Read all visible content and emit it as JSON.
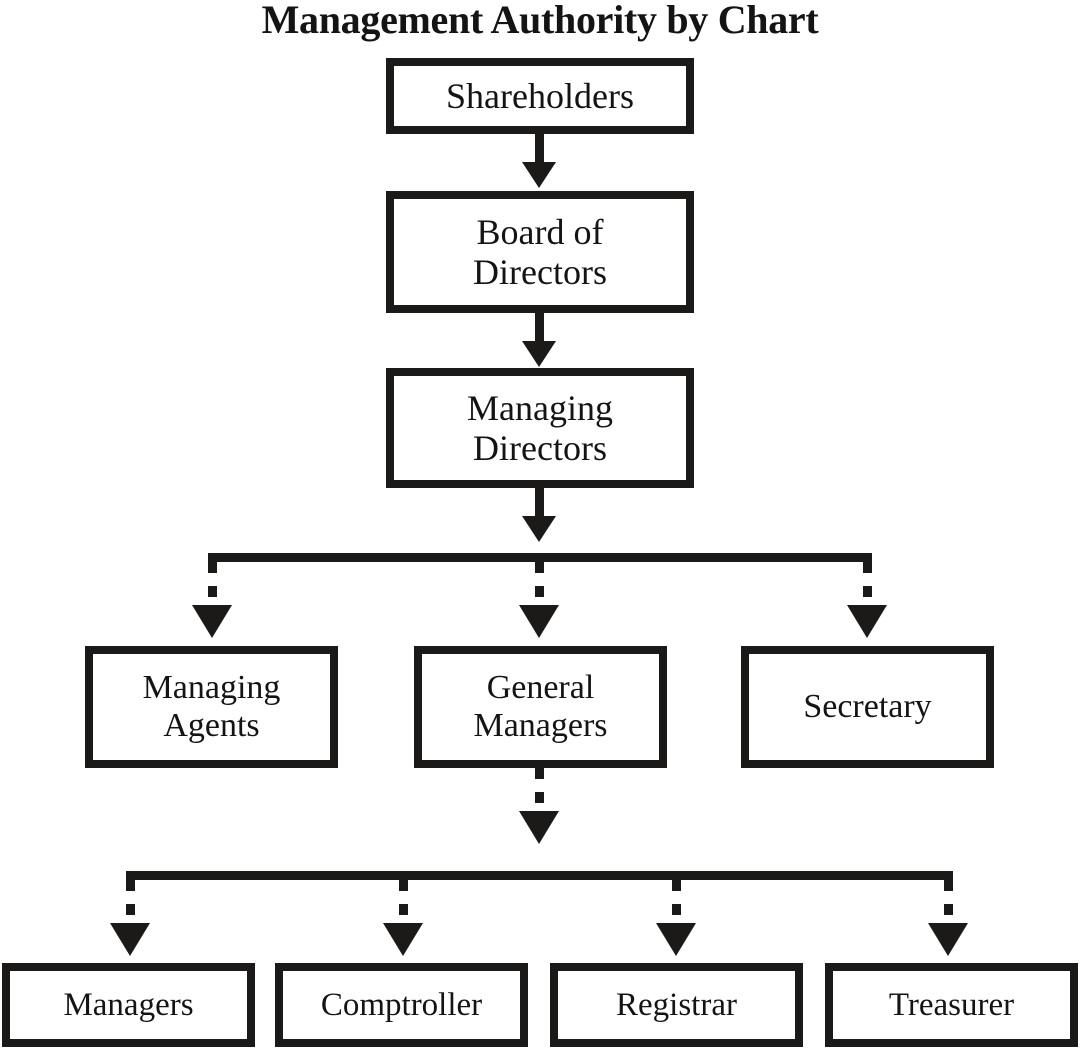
{
  "chart_data": {
    "type": "diagram",
    "diagram_kind": "organizational-chart",
    "title": "Management Authority by Chart",
    "levels": [
      {
        "level": 1,
        "nodes": [
          "Shareholders"
        ]
      },
      {
        "level": 2,
        "nodes": [
          "Board of\nDirectors"
        ]
      },
      {
        "level": 3,
        "nodes": [
          "Managing\nDirectors"
        ]
      },
      {
        "level": 4,
        "nodes": [
          "Managing\nAgents",
          "General\nManagers",
          "Secretary"
        ]
      },
      {
        "level": 5,
        "nodes": [
          "Managers",
          "Comptroller",
          "Registrar",
          "Treasurer"
        ]
      }
    ],
    "edges": [
      {
        "from": "Shareholders",
        "to": "Board of Directors",
        "style": "solid-arrow"
      },
      {
        "from": "Board of Directors",
        "to": "Managing Directors",
        "style": "solid-arrow"
      },
      {
        "from": "Managing Directors",
        "to": "distribution-bar-1",
        "style": "solid-arrow"
      },
      {
        "from": "distribution-bar-1",
        "to": "Managing Agents",
        "style": "dotted-arrow"
      },
      {
        "from": "distribution-bar-1",
        "to": "General Managers",
        "style": "dotted-arrow"
      },
      {
        "from": "distribution-bar-1",
        "to": "Secretary",
        "style": "dotted-arrow"
      },
      {
        "from": "General Managers",
        "to": "distribution-bar-2",
        "style": "dotted-arrow"
      },
      {
        "from": "distribution-bar-2",
        "to": "Managers",
        "style": "dotted-arrow"
      },
      {
        "from": "distribution-bar-2",
        "to": "Comptroller",
        "style": "dotted-arrow"
      },
      {
        "from": "distribution-bar-2",
        "to": "Registrar",
        "style": "dotted-arrow"
      },
      {
        "from": "distribution-bar-2",
        "to": "Treasurer",
        "style": "dotted-arrow"
      }
    ],
    "colors": {
      "background": "#ffffff",
      "stroke": "#1c1a18",
      "text": "#141414"
    }
  },
  "title": "Management Authority by Chart",
  "nodes": {
    "shareholders": "Shareholders",
    "board_of_directors": "Board of\nDirectors",
    "managing_directors": "Managing\nDirectors",
    "managing_agents": "Managing\nAgents",
    "general_managers": "General\nManagers",
    "secretary": "Secretary",
    "managers": "Managers",
    "comptroller": "Comptroller",
    "registrar": "Registrar",
    "treasurer": "Treasurer"
  }
}
